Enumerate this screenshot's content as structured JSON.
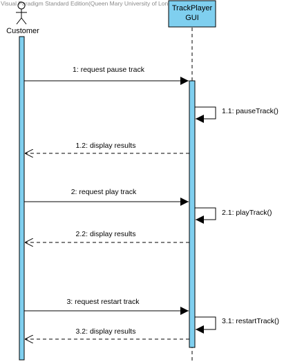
{
  "watermark": "Visual Paradigm Standard Edition(Queen Mary University of London)",
  "colors": {
    "activation": "#7FCFEF",
    "object_fill": "#7FCFEF",
    "line": "#000000",
    "watermark": "#8a8a8a"
  },
  "actor": {
    "name": "Customer",
    "icon": "stick-figure-actor-icon"
  },
  "lifeline_object": {
    "line1": "TrackPlayer",
    "line2": "GUI"
  },
  "messages": {
    "m1": "1: request pause track",
    "m1_1": "1.1: pauseTrack()",
    "m1_2": "1.2: display results",
    "m2": "2: request play track",
    "m2_1": "2.1: playTrack()",
    "m2_2": "2.2: display results",
    "m3": "3: request restart track",
    "m3_1": "3.1: restartTrack()",
    "m3_2": "3.2: display results"
  }
}
